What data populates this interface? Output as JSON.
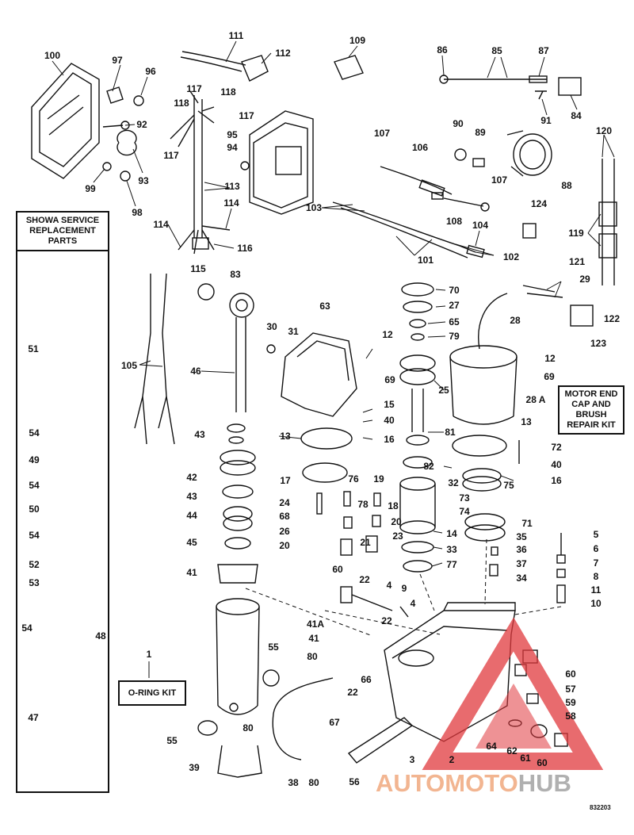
{
  "diagram_code": "832203",
  "boxes": {
    "showa": "SHOWA SERVICE REPLACEMENT PARTS",
    "oring_kit": "O-RING KIT",
    "motor_kit": "MOTOR END CAP AND BRUSH REPAIR KIT"
  },
  "watermark": {
    "part1": "AUTOMOTO",
    "part2": "HUB"
  },
  "colors": {
    "ink": "#111111",
    "watermark_red": "#e0393e",
    "watermark_orange": "#f2b591",
    "watermark_gray": "#b0b0b0"
  },
  "callouts": {
    "c100": "100",
    "c97": "97",
    "c96": "96",
    "c92": "92",
    "c93": "93",
    "c99": "99",
    "c98": "98",
    "c111": "111",
    "c112": "112",
    "c109": "109",
    "c86": "86",
    "c85": "85",
    "c87": "87",
    "c84": "84",
    "c91": "91",
    "c117a": "117",
    "c118a": "118",
    "c118b": "118",
    "c117b": "117",
    "c117c": "117",
    "c95": "95",
    "c94": "94",
    "c113": "113",
    "c114a": "114",
    "c114b": "114",
    "c115": "115",
    "c116": "116",
    "c107a": "107",
    "c106": "106",
    "c90": "90",
    "c89": "89",
    "c88": "88",
    "c107b": "107",
    "c108": "108",
    "c120": "120",
    "c103": "103",
    "c104": "104",
    "c101": "101",
    "c102": "102",
    "c124": "124",
    "c119": "119",
    "c121": "121",
    "c29": "29",
    "c122": "122",
    "c123": "123",
    "c83": "83",
    "c105": "105",
    "c46": "46",
    "c63": "63",
    "c30": "30",
    "c31": "31",
    "c12a": "12",
    "c69a": "69",
    "c70": "70",
    "c27": "27",
    "c65": "65",
    "c79": "79",
    "c25": "25",
    "c28": "28",
    "c12b": "12",
    "c69b": "69",
    "c28A": "28 A",
    "c13a": "13",
    "c13b": "13",
    "c15": "15",
    "c40a": "40",
    "c16a": "16",
    "c81": "81",
    "c72": "72",
    "c40b": "40",
    "c16b": "16",
    "c43a": "43",
    "c42": "42",
    "c43b": "43",
    "c44": "44",
    "c45": "45",
    "c41a": "41",
    "c17": "17",
    "c76": "76",
    "c19": "19",
    "c78": "78",
    "c18": "18",
    "c24": "24",
    "c68": "68",
    "c26": "26",
    "c20a": "20",
    "c20b": "20",
    "c21": "21",
    "c23": "23",
    "c82": "82",
    "c32": "32",
    "c73": "73",
    "c75": "75",
    "c74": "74",
    "c71": "71",
    "c14": "14",
    "c33": "33",
    "c77": "77",
    "c35": "35",
    "c36": "36",
    "c37": "37",
    "c34": "34",
    "c5": "5",
    "c6": "6",
    "c7": "7",
    "c8": "8",
    "c11": "11",
    "c10": "10",
    "c60a": "60",
    "c22a": "22",
    "c4a": "4",
    "c9": "9",
    "c4b": "4",
    "c22b": "22",
    "c41A": "41A",
    "c41b": "41",
    "c80a": "80",
    "c55a": "55",
    "c66": "66",
    "c22c": "22",
    "c67": "67",
    "c60b": "60",
    "c57": "57",
    "c59": "59",
    "c58": "58",
    "c64": "64",
    "c62": "62",
    "c61": "61",
    "c60c": "60",
    "c1": "1",
    "c55b": "55",
    "c80b": "80",
    "c39": "39",
    "c38": "38",
    "c80c": "80",
    "c56": "56",
    "c3": "3",
    "c2": "2",
    "c51": "51",
    "c54a": "54",
    "c49": "49",
    "c54b": "54",
    "c50": "50",
    "c54c": "54",
    "c52": "52",
    "c53": "53",
    "c54d": "54",
    "c48": "48",
    "c47": "47"
  }
}
